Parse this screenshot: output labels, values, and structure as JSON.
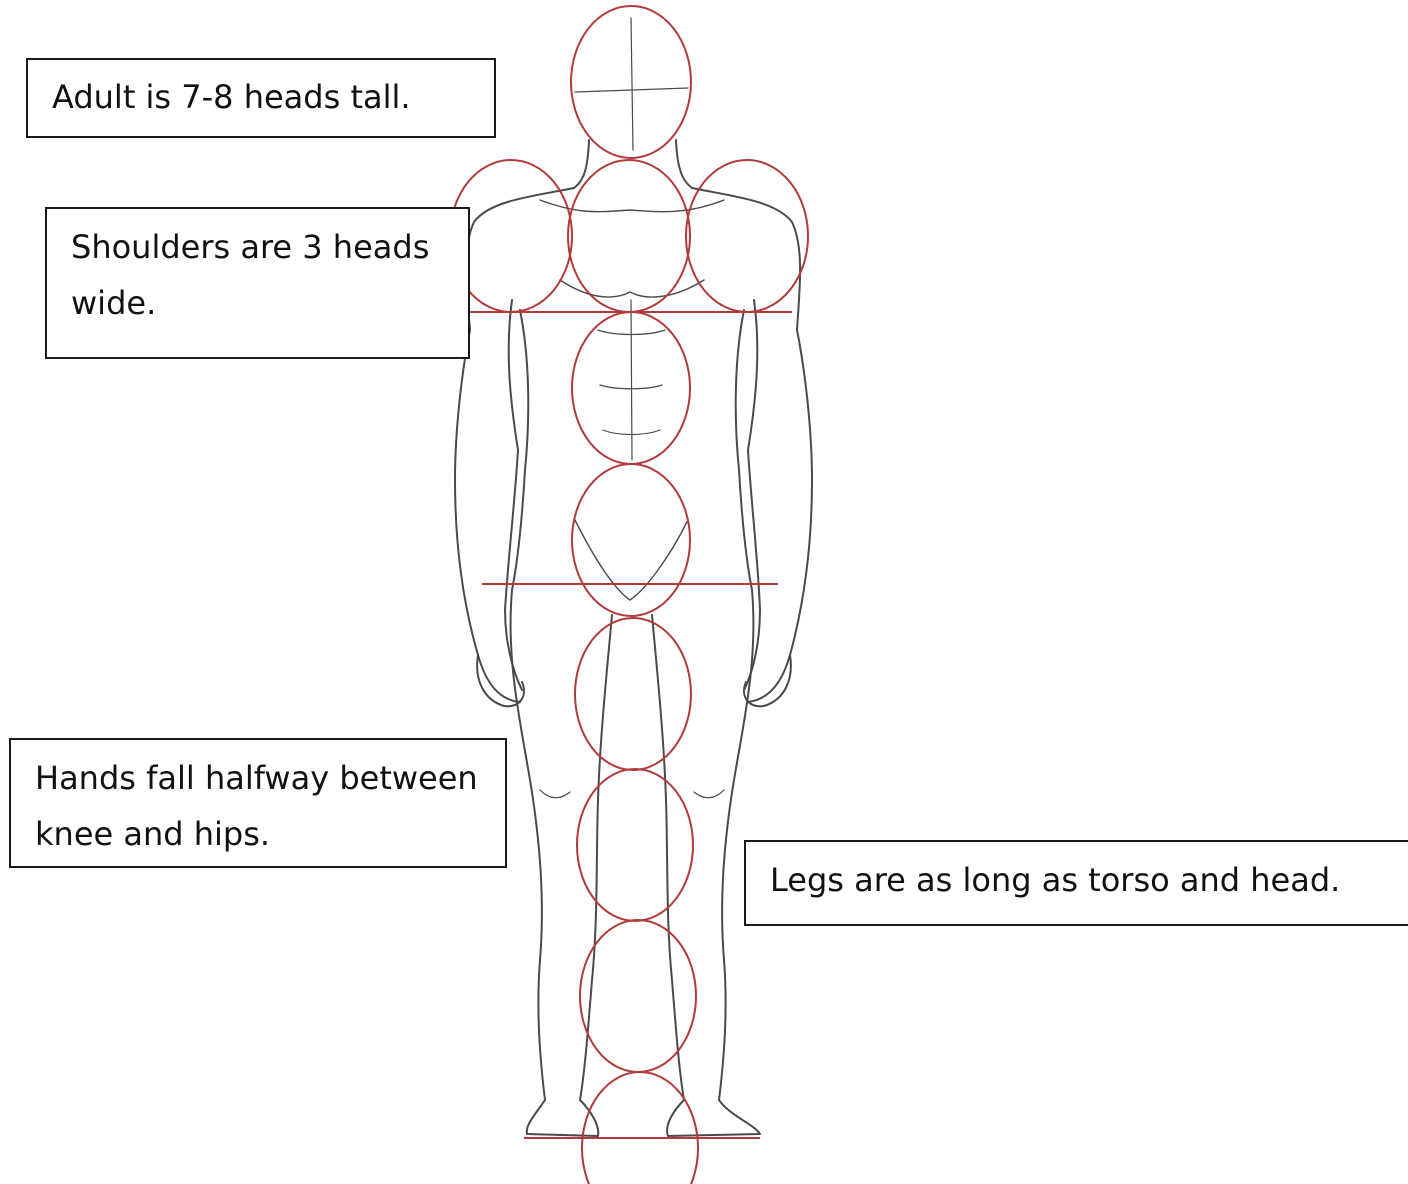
{
  "notes": {
    "height": "Adult is 7-8 heads tall.",
    "shoulders": "Shoulders are 3 heads wide.",
    "hands": "Hands fall halfway between knee and hips.",
    "legs": "Legs are as long as torso and head."
  },
  "colors": {
    "sketch": "#4a4a4a",
    "guide": "#b23a3a",
    "box_border": "#1a1a1a",
    "text": "#111111",
    "background": "#ffffff"
  }
}
